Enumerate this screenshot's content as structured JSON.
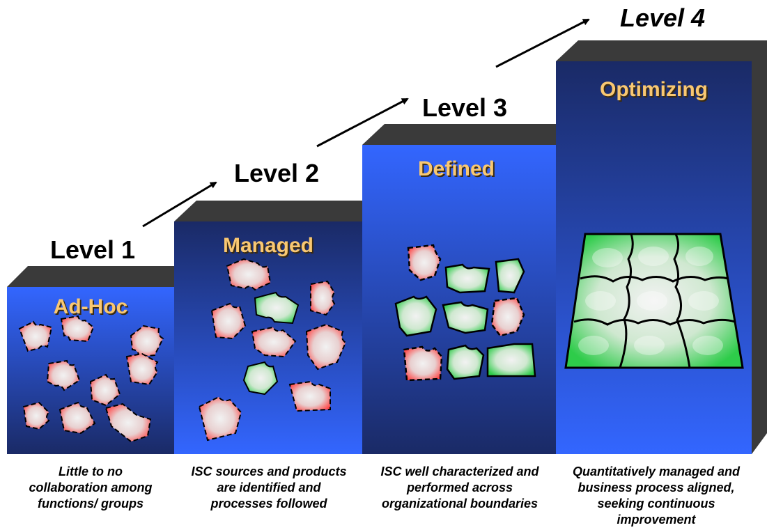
{
  "levels": [
    {
      "heading": "Level 1",
      "title": "Ad-Hoc",
      "caption": "Little to no collaboration among functions/ groups"
    },
    {
      "heading": "Level 2",
      "title": "Managed",
      "caption": "ISC sources and products are identified and processes followed"
    },
    {
      "heading": "Level 3",
      "title": "Defined",
      "caption": "ISC well characterized and performed across organizational boundaries"
    },
    {
      "heading": "Level 4",
      "title": "Optimizing",
      "caption": "Quantitatively managed and business process aligned, seeking continuous improvement"
    }
  ],
  "colors": {
    "box_light": "#3366ff",
    "box_dark": "#1a2a66",
    "box_top": "#3a3a3a",
    "title": "#f9c872",
    "piece_red": "#ff5a5a",
    "piece_green": "#33dd55"
  },
  "icons": [
    "scattered-red-puzzle-pieces",
    "mixed-puzzle-pieces",
    "assembled-green-puzzle",
    "arrow"
  ]
}
